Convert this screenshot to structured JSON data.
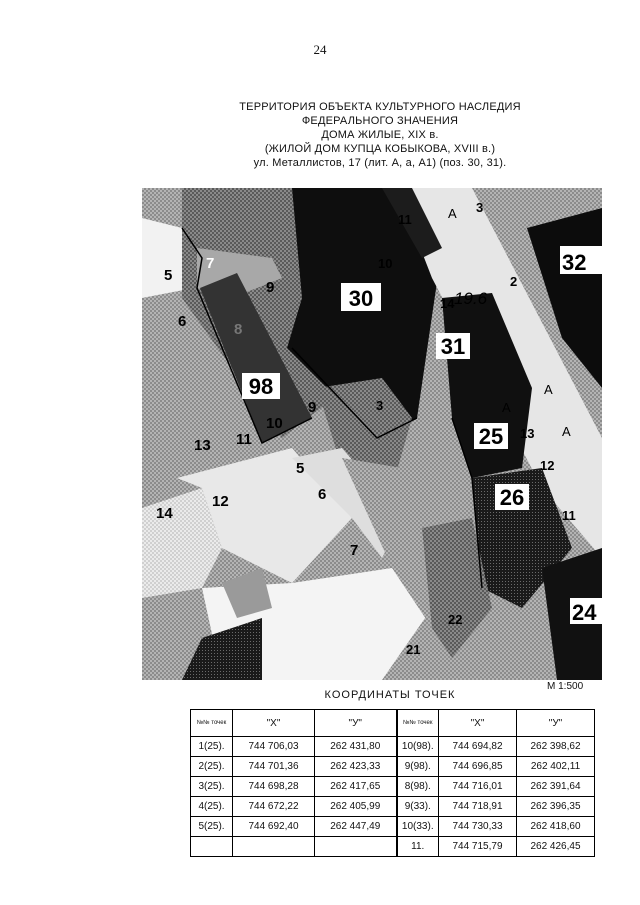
{
  "page": {
    "number": "24"
  },
  "title": {
    "lines": [
      "ТЕРРИТОРИЯ ОБЪЕКТА КУЛЬТУРНОГО НАСЛЕДИЯ",
      "ФЕДЕРАЛЬНОГО ЗНАЧЕНИЯ",
      "ДОМА ЖИЛЫЕ,  XIX в.",
      "(ЖИЛОЙ ДОМ КУПЦА КОБЫКОВА, XVIII в.)",
      "ул. Металлистов, 17  (лит. А, а, А1)  (поз. 30, 31)."
    ]
  },
  "map": {
    "labels": {
      "l7": "7",
      "l5": "5",
      "l9a": "9",
      "l6": "6",
      "l8": "8",
      "l98": "98",
      "l10a": "10",
      "l11a": "11",
      "l9b": "9",
      "l13": "13",
      "l5b": "5",
      "l6b": "6",
      "l12": "12",
      "l14": "14",
      "l7b": "7",
      "l30": "30",
      "l10b": "10",
      "l11b": "11",
      "l3a": "3",
      "l32": "32",
      "l2": "2",
      "l96": "19.6",
      "l14b": "14",
      "l31": "31",
      "l25": "25",
      "l13b": "13",
      "l12b": "12",
      "l26": "26",
      "l11c": "11",
      "l22": "22",
      "l21": "21",
      "l24": "24",
      "l3b": "3",
      "la1": "А",
      "la2": "А",
      "la3": "А",
      "la4": "А"
    }
  },
  "scale": "М  1:500",
  "coordinates": {
    "caption": "КООРДИНАТЫ  ТОЧЕК",
    "headers": [
      "№№ точек",
      "\"Х\"",
      "\"У\"",
      "№№ точек",
      "\"Х\"",
      "\"У\""
    ],
    "rows": [
      [
        "1(25).",
        "744 706,03",
        "262 431,80",
        "10(98).",
        "744 694,82",
        "262 398,62"
      ],
      [
        "2(25).",
        "744 701,36",
        "262 423,33",
        "9(98).",
        "744 696,85",
        "262 402,11"
      ],
      [
        "3(25).",
        "744 698,28",
        "262 417,65",
        "8(98).",
        "744 716,01",
        "262 391,64"
      ],
      [
        "4(25).",
        "744 672,22",
        "262 405,99",
        "9(33).",
        "744 718,91",
        "262 396,35"
      ],
      [
        "5(25).",
        "744 692,40",
        "262 447,49",
        "10(33).",
        "744 730,33",
        "262 418,60"
      ],
      [
        "",
        "",
        "",
        "11.",
        "744 715,79",
        "262 426,45"
      ]
    ]
  }
}
